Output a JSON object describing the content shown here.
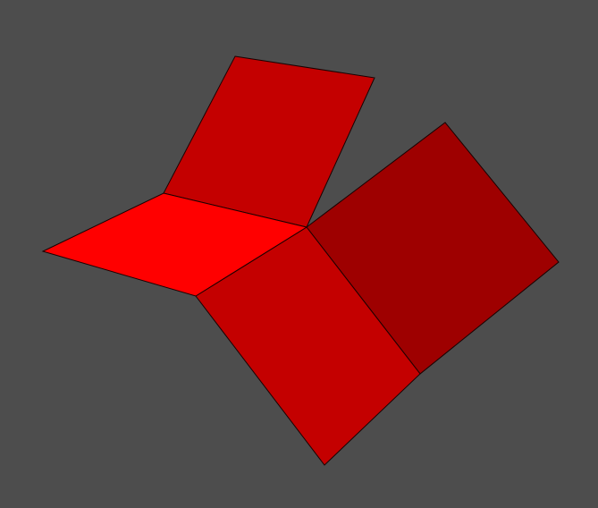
{
  "scene": {
    "background_color": "#4d4d4d",
    "edge_color": "#1a0000",
    "faces": [
      {
        "id": "face-top-back",
        "color": "#c40000"
      },
      {
        "id": "face-right",
        "color": "#9e0000"
      },
      {
        "id": "face-bottom-front",
        "color": "#c40000"
      },
      {
        "id": "face-left",
        "color": "#ff0000"
      }
    ]
  }
}
